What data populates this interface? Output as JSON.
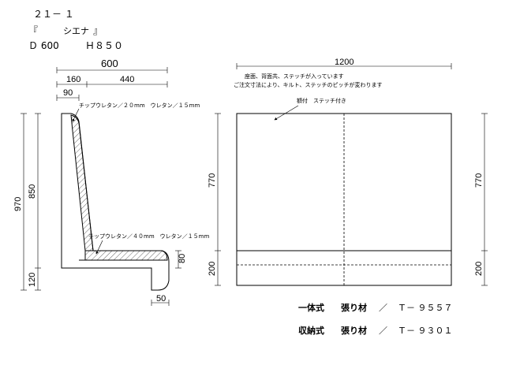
{
  "header": {
    "code": "２１－ １",
    "name_open": "『",
    "name": "シエナ",
    "name_close": "』",
    "size_d": "Ｄ 600",
    "size_h": "Ｈ８５０"
  },
  "side_view": {
    "dim_total_width": "600",
    "dim_seat_depth_back": "160",
    "dim_seat_depth": "440",
    "dim_top_width": "90",
    "dim_total_height": "970",
    "dim_back_height": "850",
    "dim_base_height": "120",
    "dim_seat_thickness": "80",
    "dim_front_radius": "50",
    "note_back": "チップウレタン／２０mm　ウレタン／１５mm",
    "note_seat": "チップウレタン／４０mm　ウレタン／１５mm"
  },
  "front_view": {
    "dim_width": "1200",
    "dim_back_height": "770",
    "dim_seat_height": "200",
    "dim_right_back_height": "770",
    "dim_right_seat_height": "200",
    "note_line1": "座面、背面共、ステッチが入っています",
    "note_line2": "ご注文寸法により、キルト、ステッチのピッチが変わります",
    "note_stitch": "額付　ステッチ付き"
  },
  "fabric": {
    "row1_type": "一体式",
    "row1_label": "張り材",
    "row1_sep": "／",
    "row1_code": "Ｔ－ ９５５７",
    "row2_type": "収納式",
    "row2_label": "張り材",
    "row2_sep": "／",
    "row2_code": "Ｔ－ ９３０１"
  }
}
